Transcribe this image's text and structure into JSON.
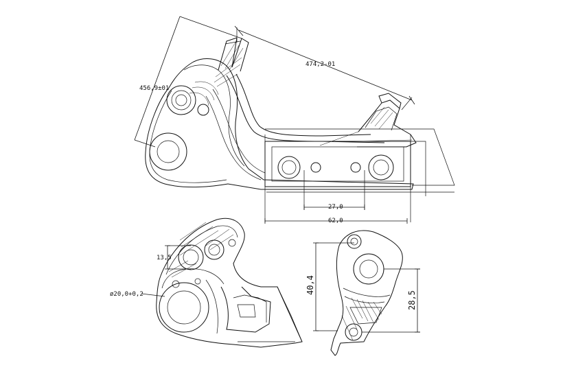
{
  "dimensions": {
    "length_main": "474,2-01",
    "radius_pivot": "456,9±01",
    "spacing_holes": "27,0",
    "width_overall": "62,0",
    "thickness_detail": "13,5",
    "hole_tolerance": "ø20,0+0,2",
    "height_total": "40,4",
    "height_center": "28,5"
  }
}
